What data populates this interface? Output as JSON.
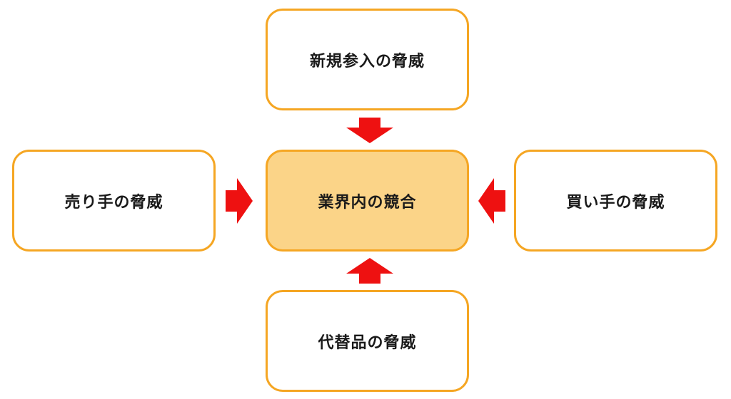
{
  "diagram": {
    "top_label": "新規参入の脅威",
    "left_label": "売り手の脅威",
    "center_label": "業界内の競合",
    "right_label": "買い手の脅威",
    "bottom_label": "代替品の脅威"
  },
  "colors": {
    "box_border": "#f5a623",
    "center_fill": "#fbd488",
    "arrow": "#ee1111",
    "text": "#1a1a1a"
  }
}
